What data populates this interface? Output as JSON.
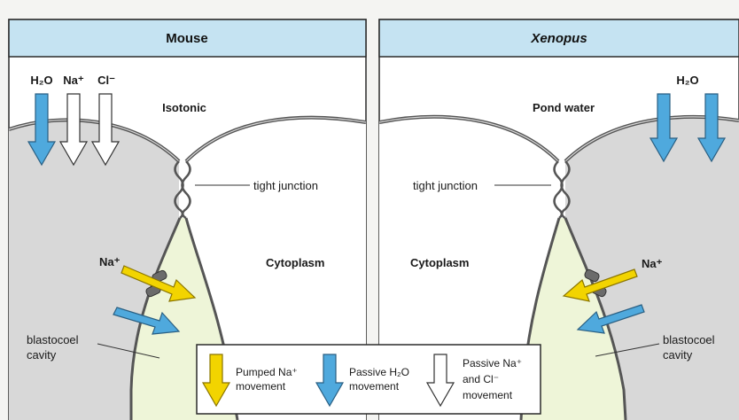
{
  "panels": {
    "left": {
      "title": "Mouse",
      "medium": "Isotonic",
      "ions": [
        "H₂O",
        "Na⁺",
        "Cl⁻"
      ],
      "junction": "tight junction",
      "cytoplasm": "Cytoplasm",
      "pumped_ion": "Na⁺",
      "cavity_line1": "blastocoel",
      "cavity_line2": "cavity"
    },
    "right": {
      "title": "Xenopus",
      "medium": "Pond water",
      "ions": [
        "H₂O"
      ],
      "junction": "tight junction",
      "cytoplasm": "Cytoplasm",
      "pumped_ion": "Na⁺",
      "cavity_line1": "blastocoel",
      "cavity_line2": "cavity"
    }
  },
  "legend": {
    "pumped": {
      "line1": "Pumped Na⁺",
      "line2": "movement"
    },
    "passive_water": {
      "line1": "Passive H₂O",
      "line2": "movement"
    },
    "passive_ions": {
      "line1": "Passive Na⁺",
      "line2": "and Cl⁻",
      "line3": "movement"
    }
  },
  "colors": {
    "header_fill": "#c5e3f2",
    "panel_border": "#2b2b2b",
    "pumped_arrow": "#f2d400",
    "passive_water_arrow": "#4fa9dd",
    "passive_ion_arrow": "#ffffff",
    "blastocoel_fill": "#eef5d8",
    "membrane": "#555555"
  }
}
